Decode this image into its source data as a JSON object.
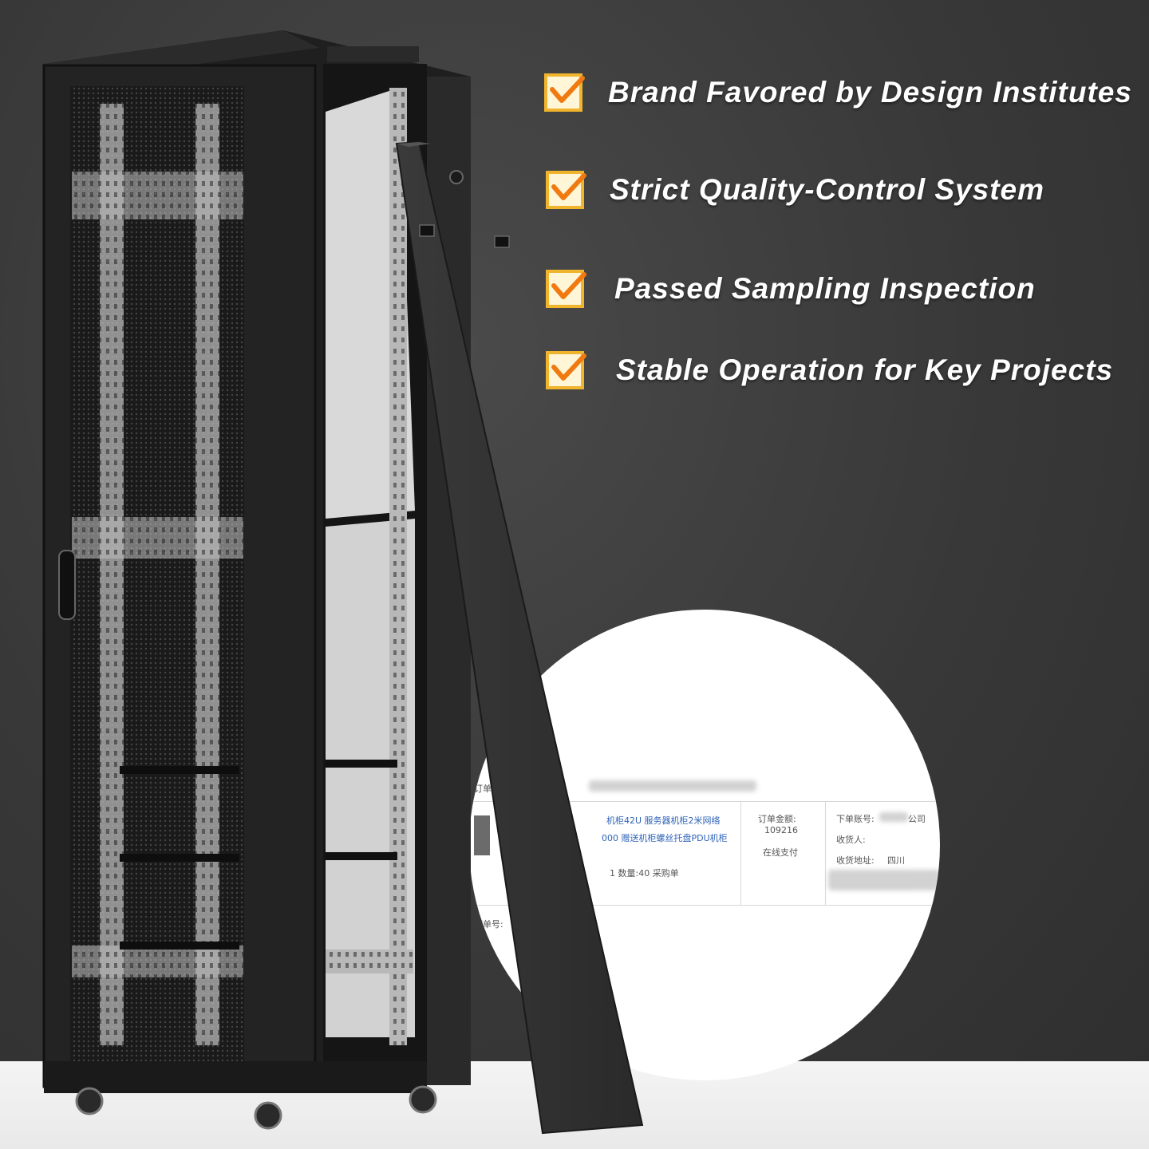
{
  "features": [
    {
      "label": "Brand Favored by Design Institutes",
      "icon": "checkbox-checked-icon"
    },
    {
      "label": "Strict Quality-Control System",
      "icon": "checkbox-checked-icon"
    },
    {
      "label": "Passed Sampling Inspection",
      "icon": "checkbox-checked-icon"
    },
    {
      "label": "Stable Operation for Key Projects",
      "icon": "checkbox-checked-icon"
    }
  ],
  "order_snippet": {
    "order_label": "订单",
    "product_line1": "机柜42U 服务器机柜2米网络",
    "product_line2": "000 赠送机柜螺丝托盘PDU机柜",
    "quantity": "1    数量:40    采购单",
    "amount_label": "订单金额:",
    "amount_value": "109216",
    "payment_method": "在线支付",
    "buyer_label": "下单账号:",
    "buyer_suffix": "公司",
    "consignee_label": "收货人:",
    "address_label": "收货地址:",
    "address_value": "四川",
    "order_no_label": "订单号:"
  },
  "colors": {
    "check_border": "#f0b42d",
    "check_mark": "#f07a10",
    "text": "#ffffff",
    "order_link": "#2f63b8"
  }
}
